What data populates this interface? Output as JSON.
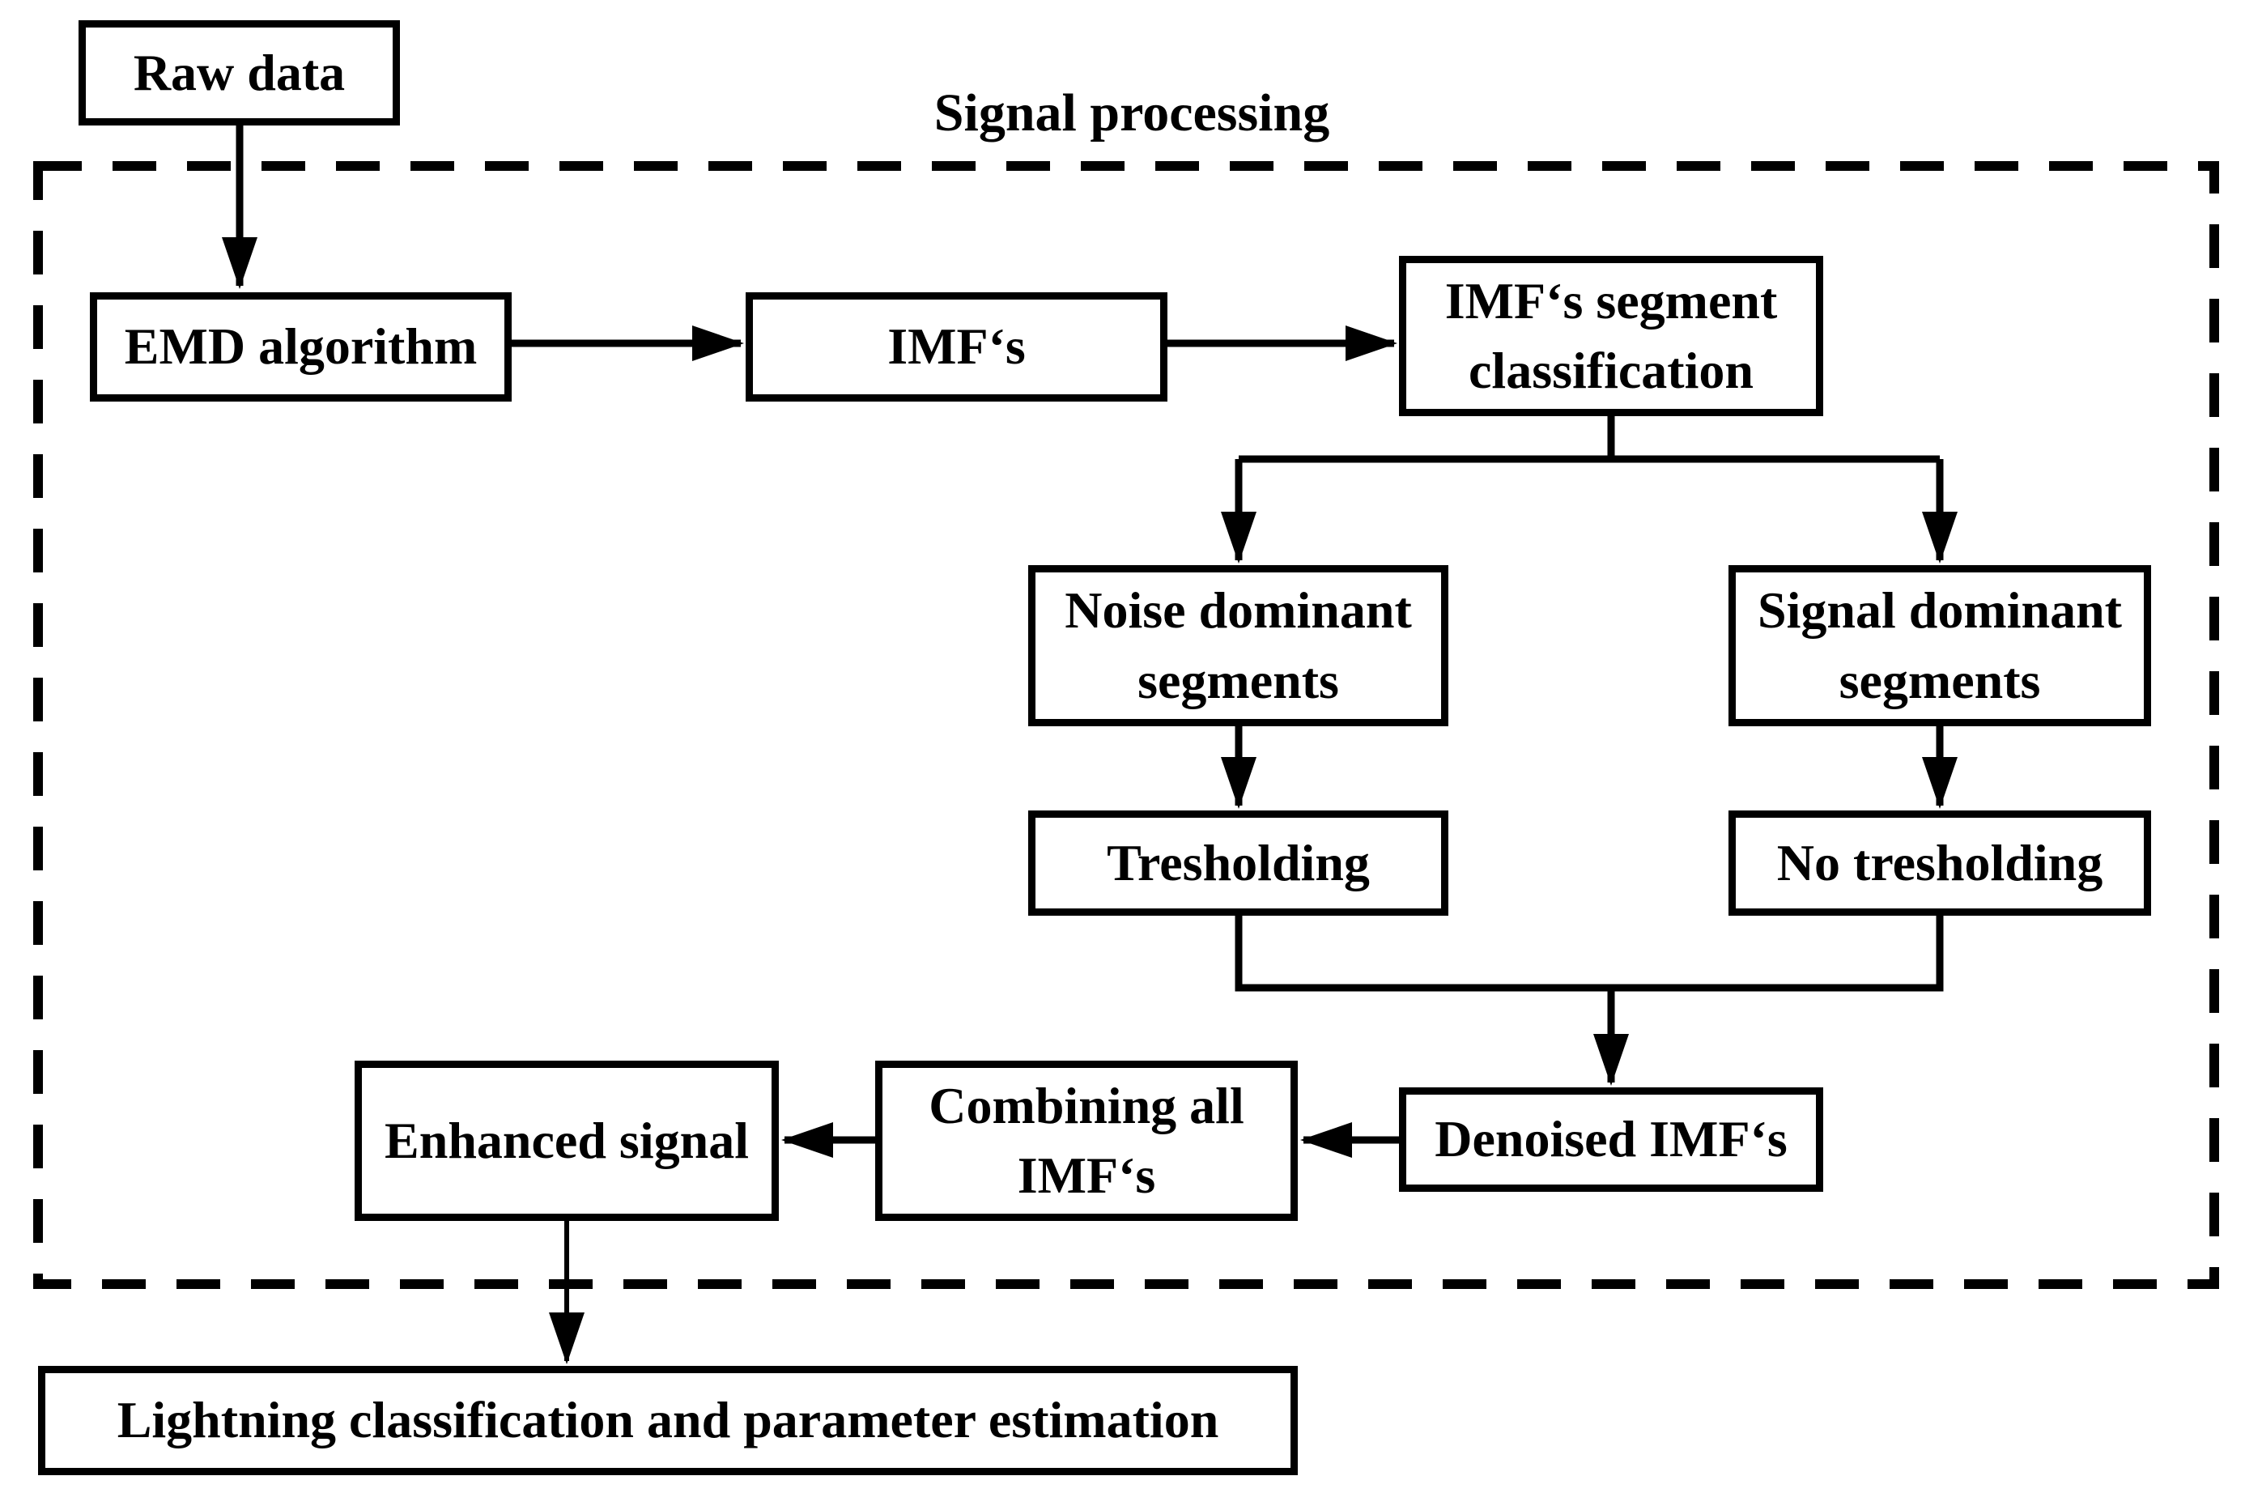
{
  "title": "Signal processing",
  "nodes": {
    "raw_data": {
      "label": "Raw data"
    },
    "emd": {
      "label": "EMD algorithm"
    },
    "imfs": {
      "label": "IMF‘s"
    },
    "classification": {
      "label": "IMF‘s segment classification"
    },
    "noise_dominant": {
      "label": "Noise dominant segments"
    },
    "signal_dominant": {
      "label": "Signal dominant segments"
    },
    "thresholding": {
      "label": "Tresholding"
    },
    "no_thresholding": {
      "label": "No tresholding"
    },
    "denoised": {
      "label": "Denoised IMF‘s"
    },
    "combining": {
      "label": "Combining all IMF‘s"
    },
    "enhanced": {
      "label": "Enhanced signal"
    },
    "output": {
      "label": "Lightning classification and parameter estimation"
    }
  },
  "colors": {
    "ink": "#000000",
    "background": "#ffffff",
    "box_fill": "#ffffff"
  }
}
